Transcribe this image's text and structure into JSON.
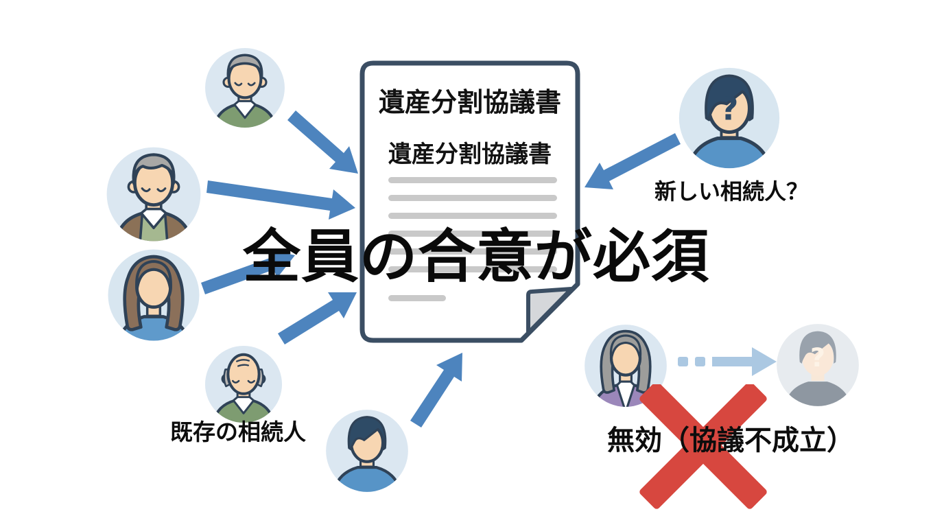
{
  "overlay": {
    "headline": "全員の合意が必須"
  },
  "document": {
    "title_line1": "遺産分割協議書",
    "title_line2": "遺産分割協議書"
  },
  "labels": {
    "new_heir": "新しい相続人？",
    "existing_heirs": "既存の相続人",
    "invalid_result": "無効（協議不成立）"
  },
  "icons": {
    "question_mark": "?",
    "cross": "invalid-cross"
  },
  "avatars": [
    "elderly-man-green-sweater",
    "elderly-man-brown-jacket",
    "woman-brown-hair",
    "elderly-man-bald",
    "young-man-blue-shirt",
    "new-heir-question",
    "elderly-woman-purple-cardigan",
    "unknown-faded-person"
  ],
  "colors": {
    "arrow_blue": "#4d84be",
    "arrow_light_blue": "#abc8e2",
    "cross_red": "#d7473f",
    "document_border": "#3b4e63",
    "document_line_gray": "#c9c9c9",
    "avatar_background": "#dbe7f1"
  }
}
